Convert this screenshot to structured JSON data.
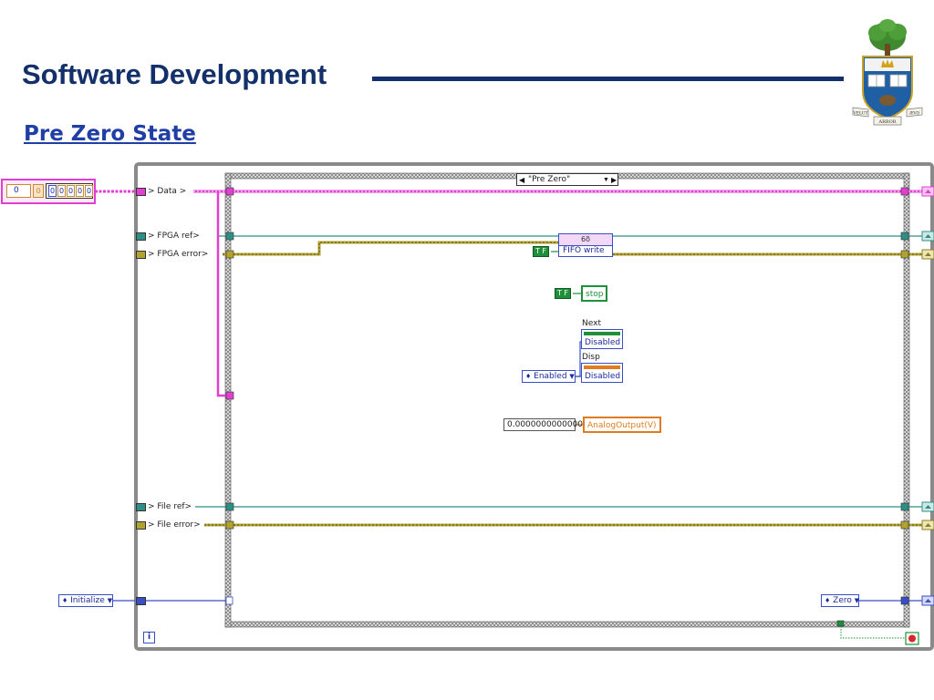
{
  "slide": {
    "title": "Software Development",
    "subtitle": "Pre Zero State"
  },
  "crest": {
    "motto_left": "VELUT",
    "motto_right": "ÆVO",
    "motto_center": "ARBOR",
    "colors": {
      "tree": "#3f8a2f",
      "shield": "#1f5fa4",
      "crown": "#d4a017",
      "gold": "#c9a227"
    }
  },
  "diagram": {
    "case_selector": "\"Pre Zero\"",
    "input_cluster": {
      "values": [
        "0",
        "0",
        "0",
        "0",
        "0",
        "0",
        "0"
      ]
    },
    "shift_registers": {
      "data": "> Data >",
      "fpga_ref": "> FPGA ref>",
      "fpga_error": "> FPGA error>",
      "file_ref": "> File ref>",
      "file_error": "> File error>"
    },
    "fifo": {
      "label": "FIFO write",
      "icon_text": "6o⃡"
    },
    "stop": {
      "constant": "T F",
      "label": "stop"
    },
    "next": {
      "label": "Next",
      "value": "Disabled"
    },
    "disp": {
      "label": "Disp",
      "value": "Disabled"
    },
    "enabled_enum": "Enabled",
    "numeric_constant": "0.0000000000000",
    "analog_output": "AnalogOutput(V)",
    "initialize_enum": "Initialize",
    "zero_enum": "Zero",
    "iteration_terminal": "i",
    "colors": {
      "pink_wire": "#e040d0",
      "teal_wire": "#2e8f86",
      "olive_wire": "#b2a230",
      "blue_wire": "#3a4fc6",
      "green_wire": "#1f8f3a",
      "frame": "#8a8a8a"
    }
  }
}
